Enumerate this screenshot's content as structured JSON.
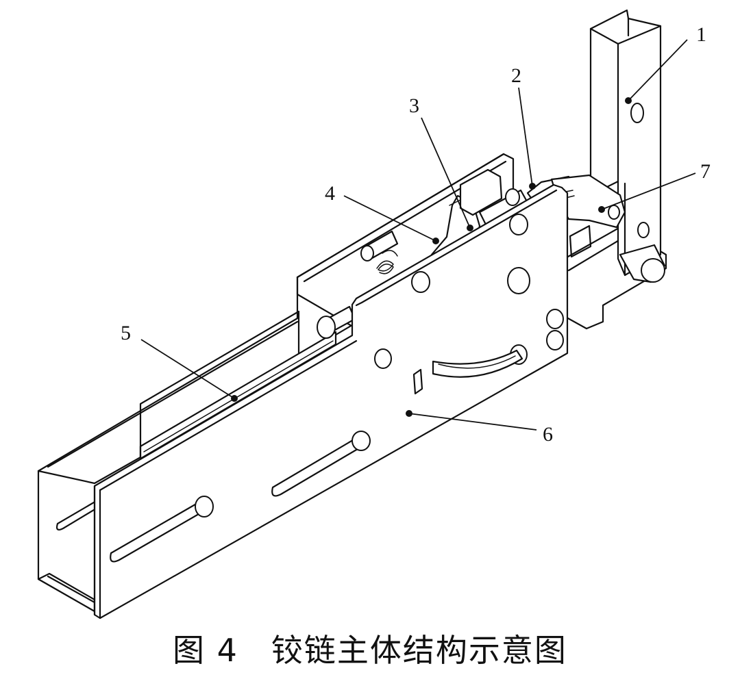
{
  "figure": {
    "caption": "图 4　铰链主体结构示意图",
    "callouts": [
      {
        "id": "1",
        "label": "1"
      },
      {
        "id": "2",
        "label": "2"
      },
      {
        "id": "3",
        "label": "3"
      },
      {
        "id": "4",
        "label": "4"
      },
      {
        "id": "5",
        "label": "5"
      },
      {
        "id": "6",
        "label": "6"
      },
      {
        "id": "7",
        "label": "7"
      }
    ],
    "colors": {
      "line": "#111111",
      "background": "#ffffff"
    }
  }
}
